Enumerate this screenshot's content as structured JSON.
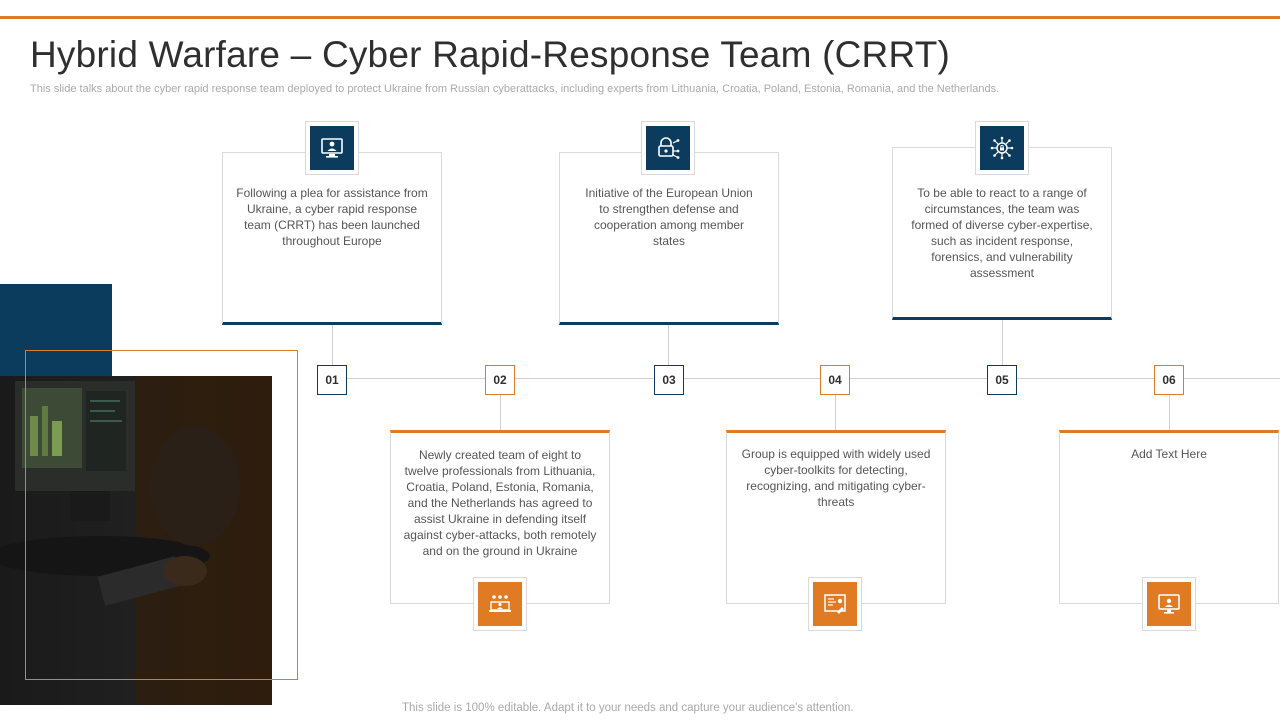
{
  "header": {
    "title": "Hybrid Warfare – Cyber Rapid-Response Team (CRRT)",
    "subtitle": "This slide talks about the cyber rapid response team deployed to protect Ukraine from Russian cyberattacks, including experts from Lithuania, Croatia, Poland, Estonia, Romania, and the Netherlands."
  },
  "colors": {
    "accent": "#e07b24",
    "primary": "#0b3c5d"
  },
  "steps": [
    {
      "number": "01",
      "text": "Following a plea for assistance from Ukraine, a cyber rapid response team (CRRT) has been launched throughout Europe",
      "icon": "computer-user-icon"
    },
    {
      "number": "02",
      "text": "Newly created team of eight to twelve professionals from Lithuania, Croatia, Poland, Estonia, Romania, and the Netherlands has agreed to assist Ukraine in defending itself against cyber-attacks, both remotely and on the ground in Ukraine",
      "icon": "team-desk-icon"
    },
    {
      "number": "03",
      "text": "Initiative of the European Union to strengthen defense and cooperation among member states",
      "icon": "security-lock-icon"
    },
    {
      "number": "04",
      "text": "Group is equipped with widely used cyber-toolkits for detecting, recognizing, and mitigating cyber-threats",
      "icon": "toolkit-screen-icon"
    },
    {
      "number": "05",
      "text": "To be able to react to a range of circumstances, the team was formed of diverse cyber-expertise, such as incident response, forensics, and vulnerability assessment",
      "icon": "network-lock-icon"
    },
    {
      "number": "06",
      "text": "Add Text Here",
      "icon": "monitor-icon"
    }
  ],
  "footer": {
    "note": "This slide is 100% editable. Adapt it to your needs and capture your audience's attention."
  }
}
